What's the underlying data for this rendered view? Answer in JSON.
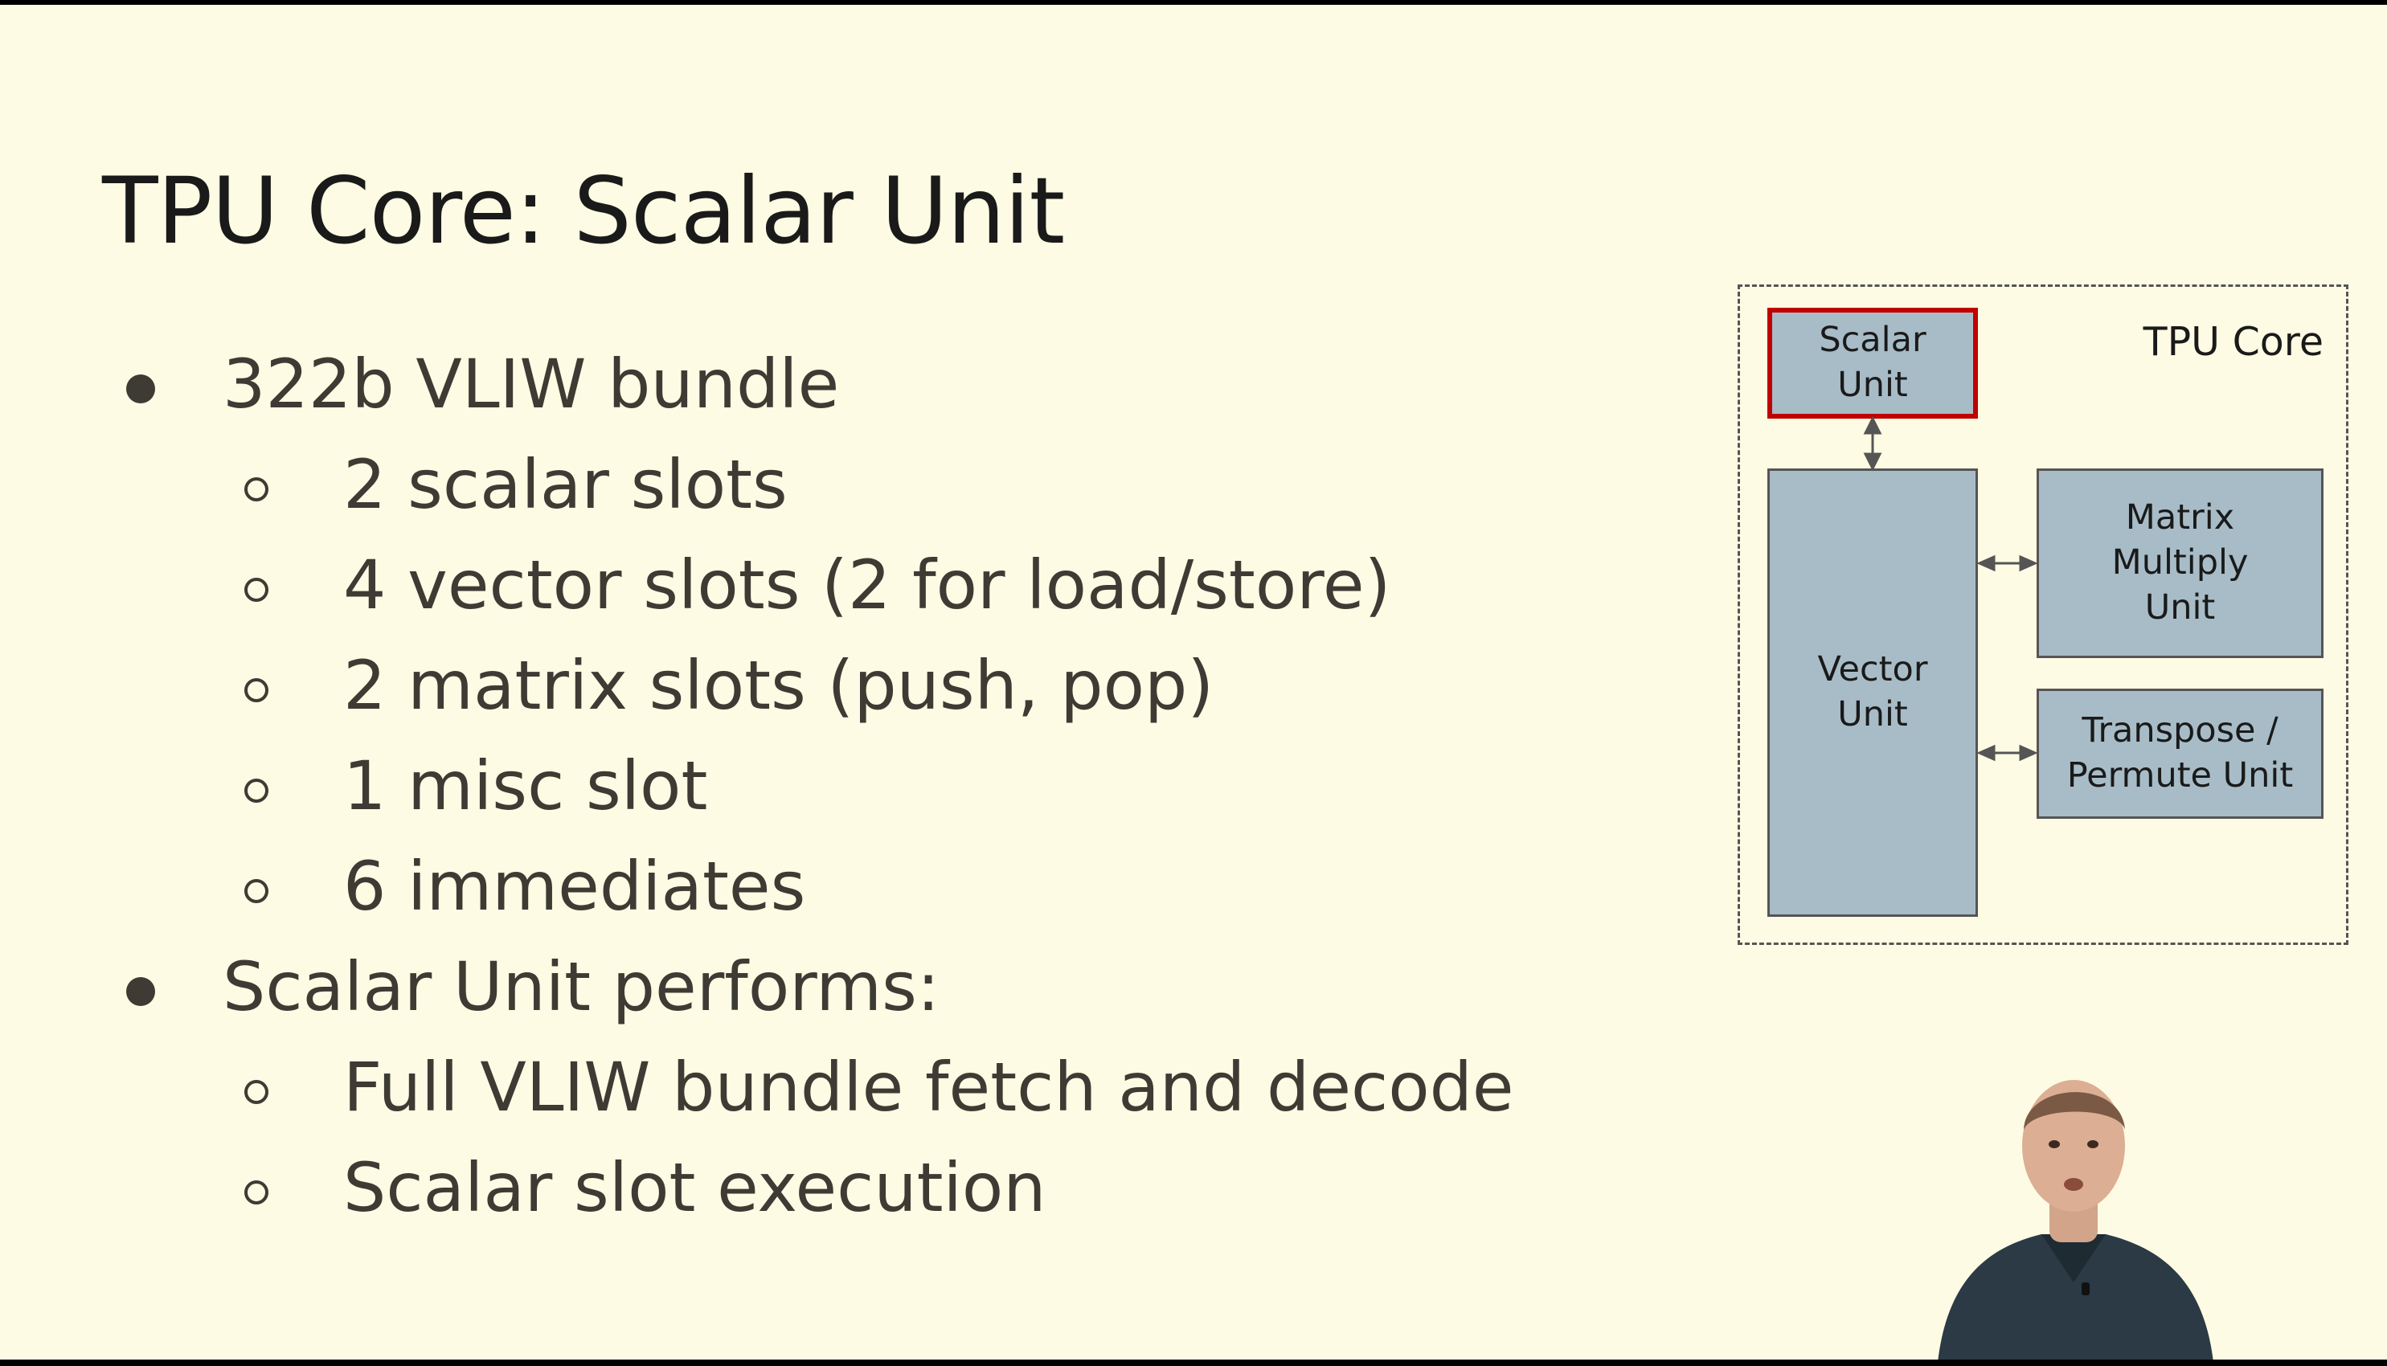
{
  "slide": {
    "title": "TPU Core: Scalar Unit",
    "bullets": [
      {
        "text": "322b VLIW bundle",
        "children": [
          "2 scalar slots",
          "4 vector slots (2 for load/store)",
          "2 matrix slots (push, pop)",
          "1 misc slot",
          "6 immediates"
        ]
      },
      {
        "text": "Scalar Unit performs:",
        "children": [
          "Full VLIW bundle fetch and decode",
          "Scalar slot execution"
        ]
      }
    ]
  },
  "diagram": {
    "label": "TPU Core",
    "scalar_unit": [
      "Scalar",
      "Unit"
    ],
    "vector_unit": [
      "Vector",
      "Unit"
    ],
    "matrix_unit": [
      "Matrix",
      "Multiply",
      "Unit"
    ],
    "transpose_unit": [
      "Transpose /",
      "Permute Unit"
    ],
    "highlight_color": "#c00000",
    "block_color": "#a7bcc7"
  },
  "speaker": {
    "icon": "presenter-video"
  }
}
